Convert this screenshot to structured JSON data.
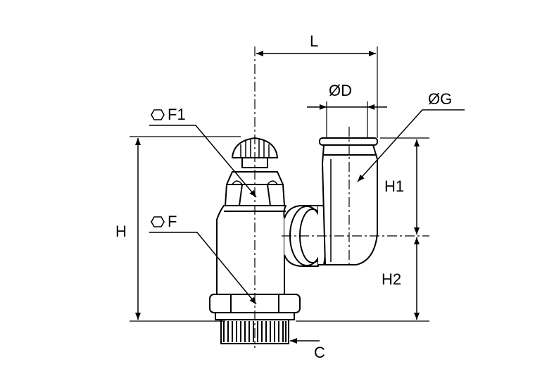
{
  "labels": {
    "L": "L",
    "D": "ØD",
    "G": "ØG",
    "F1": "F1",
    "F": "F",
    "H": "H",
    "H1": "H1",
    "H2": "H2",
    "C": "C"
  },
  "icons": {
    "hexagon": "hexagon-icon"
  }
}
